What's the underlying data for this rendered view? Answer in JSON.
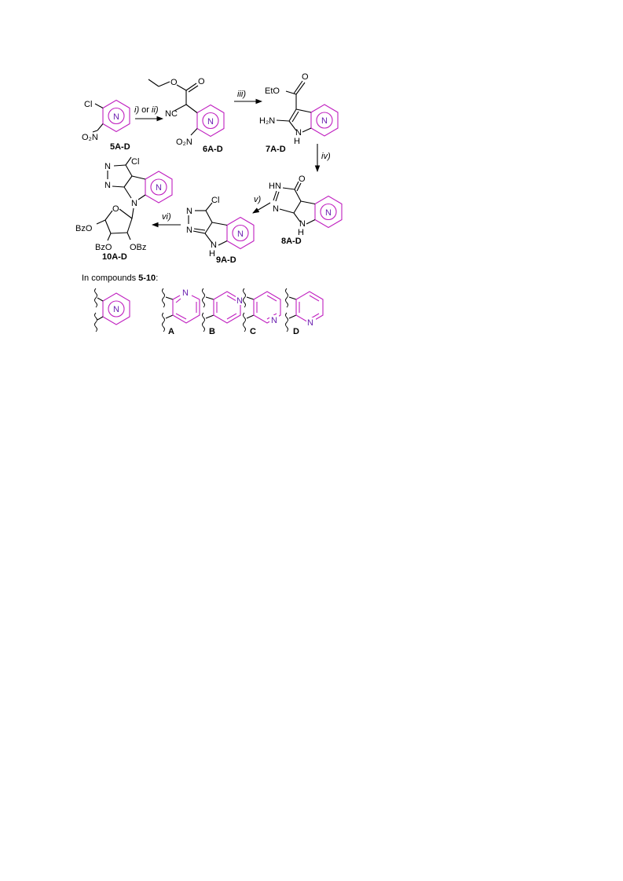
{
  "colors": {
    "ring": "#c020c0",
    "ring_label": "#6a1fb0",
    "ink": "#000000"
  },
  "atoms": {
    "cl": "Cl",
    "n": "N",
    "o": "O",
    "nc": "NC",
    "eto": "EtO",
    "h2n": "H₂N",
    "o2n": "O₂N",
    "h": "H",
    "hn": "HN",
    "bzo": "BzO",
    "obz": "OBz"
  },
  "compounds": {
    "c5": "5A-D",
    "c6": "6A-D",
    "c7": "7A-D",
    "c8": "8A-D",
    "c9": "9A-D",
    "c10": "10A-D"
  },
  "reagents": {
    "step1_i": "i)",
    "step1_or": " or ",
    "step1_ii": "ii)",
    "step2": "iii)",
    "step3": "iv)",
    "step4": "v)",
    "step5": "vi)"
  },
  "legend": {
    "prefix": "In compounds ",
    "range": "5-10",
    "suffix": ":",
    "variants": [
      "A",
      "B",
      "C",
      "D"
    ]
  }
}
